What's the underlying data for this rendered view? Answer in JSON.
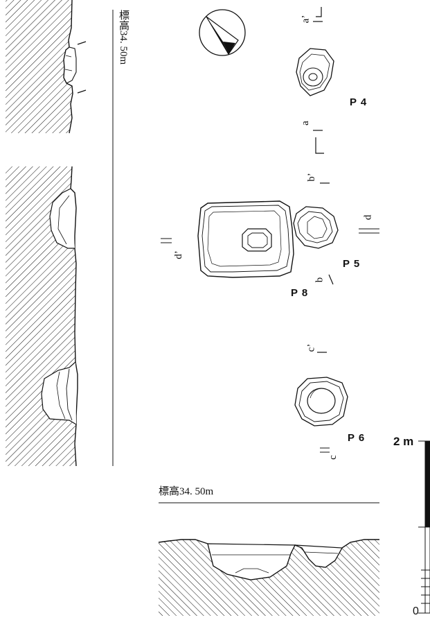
{
  "elevation": {
    "vertical_label": "標高34. 50m",
    "horizontal_label": "標高34. 50m"
  },
  "pits": {
    "p4": "P 4",
    "p5": "P 5",
    "p6": "P 6",
    "p8": "P 8"
  },
  "section_marks": {
    "a_prime": "a’",
    "a": "a",
    "b_prime": "b’",
    "b": "b",
    "c_prime": "c’",
    "c": "c",
    "d_prime": "d’",
    "d": "d"
  },
  "scale_bar": {
    "top_label": "2 m",
    "bottom_label": "0"
  },
  "colors": {
    "line": "#111111",
    "paper": "#ffffff"
  },
  "icons": {
    "north_arrow": "north-arrow-icon"
  }
}
